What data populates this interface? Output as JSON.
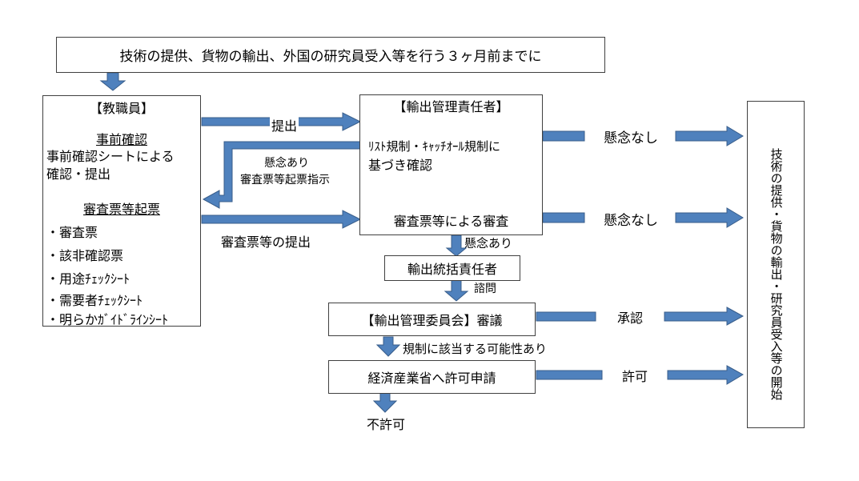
{
  "top_banner": "技術の提供、貨物の輸出、外国の研究員受入等を行う３ヶ月前までに",
  "staff": {
    "header": "【教職員】",
    "pre_check_title": "事前確認",
    "pre_check_line1": "事前確認シートによる",
    "pre_check_line2": "確認・提出",
    "review_title": "審査票等起票",
    "items": [
      "・審査票",
      "・該非確認票",
      "・用途ﾁｪｯｸｼｰﾄ",
      "・需要者ﾁｪｯｸｼｰﾄ",
      "・明らかｶﾞｲﾄﾞﾗｲﾝｼｰﾄ"
    ]
  },
  "manager": {
    "header": "【輸出管理責任者】",
    "check_line1": "ﾘｽﾄ規制・ｷｬｯﾁｵｰﾙ規制に",
    "check_line2": "基づき確認",
    "review": "審査票等による審査"
  },
  "labels": {
    "submit": "提出",
    "concern_line1": "懸念あり",
    "concern_line2": "審査票等起票指示",
    "review_submit": "審査票等の提出",
    "no_concern_1": "懸念なし",
    "no_concern_2": "懸念なし",
    "concern": "懸念あり",
    "consult": "諮問",
    "approval": "承認",
    "possibly_regulated": "規制に該当する可能性あり",
    "permit": "許可",
    "not_permitted": "不許可"
  },
  "chief": "輸出統括責任者",
  "committee": "【輸出管理委員会】審議",
  "meti": "経済産業省へ許可申請",
  "result": "技術の提供・貨物の輸出・研究員受入等の開始",
  "colors": {
    "arrow_fill": "#4f81bd",
    "arrow_stroke": "#385d8a",
    "border": "#404040"
  }
}
